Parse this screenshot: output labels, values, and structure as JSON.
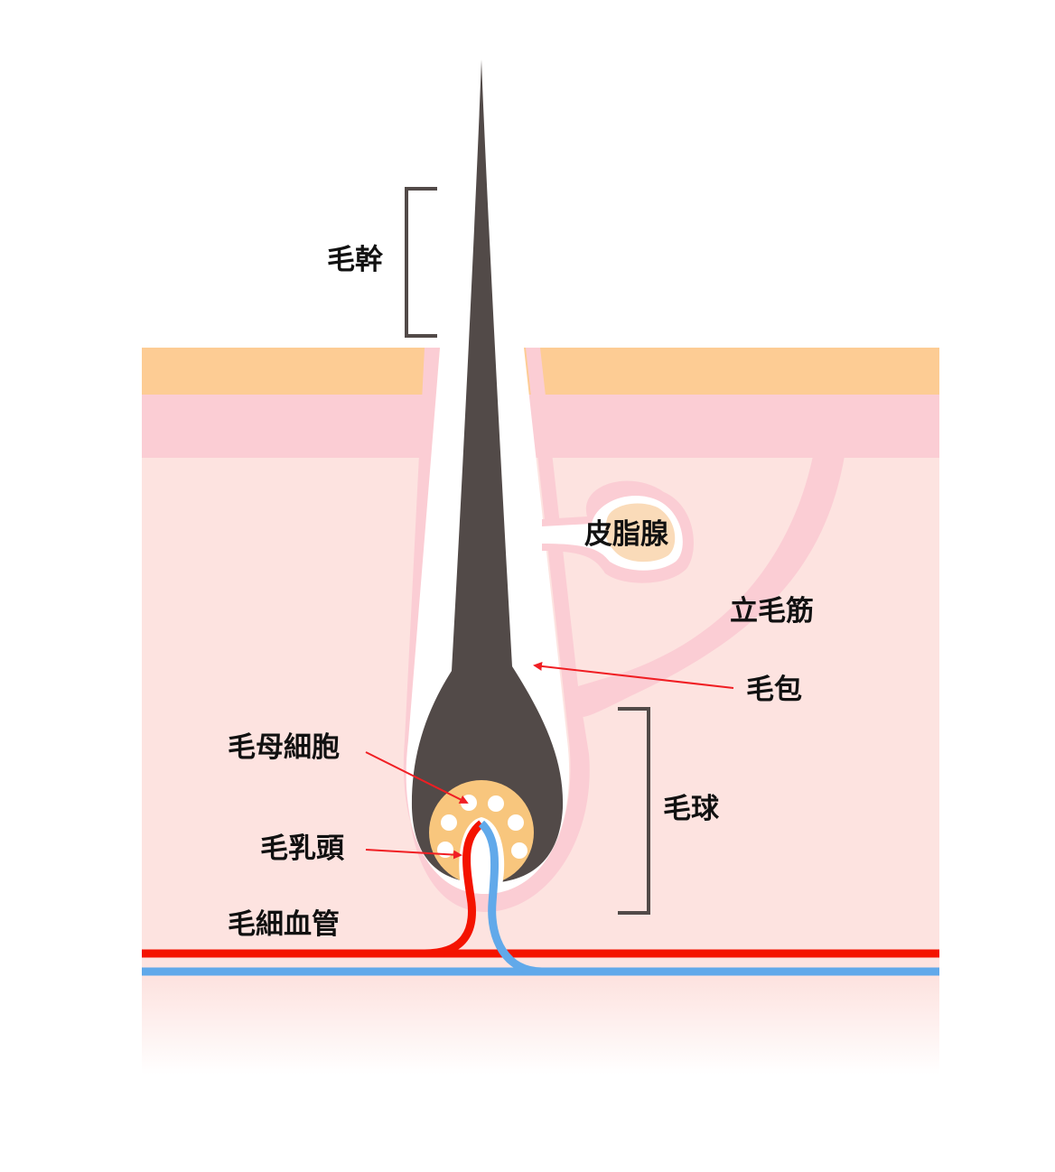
{
  "diagram": {
    "type": "hair follicle cross-section",
    "labels": {
      "hair_shaft": "毛幹",
      "sebaceous_gland": "皮脂腺",
      "arrector_pili": "立毛筋",
      "follicle": "毛包",
      "hair_bulb": "毛球",
      "matrix_cells": "毛母細胞",
      "dermal_papilla": "毛乳頭",
      "capillaries": "毛細血管"
    },
    "colors": {
      "epidermis": "#FDCC94",
      "upper_dermis": "#FBCDD4",
      "dermis": "#FDE3E0",
      "follicle_sheath": "#FBCDD4",
      "hair": "#524A48",
      "bulb_core": "#F8C67D",
      "gland": "#FADBB9",
      "artery": "#F41300",
      "vein": "#61A9EA",
      "arrow": "#F01E23",
      "bracket": "#524A48"
    }
  }
}
